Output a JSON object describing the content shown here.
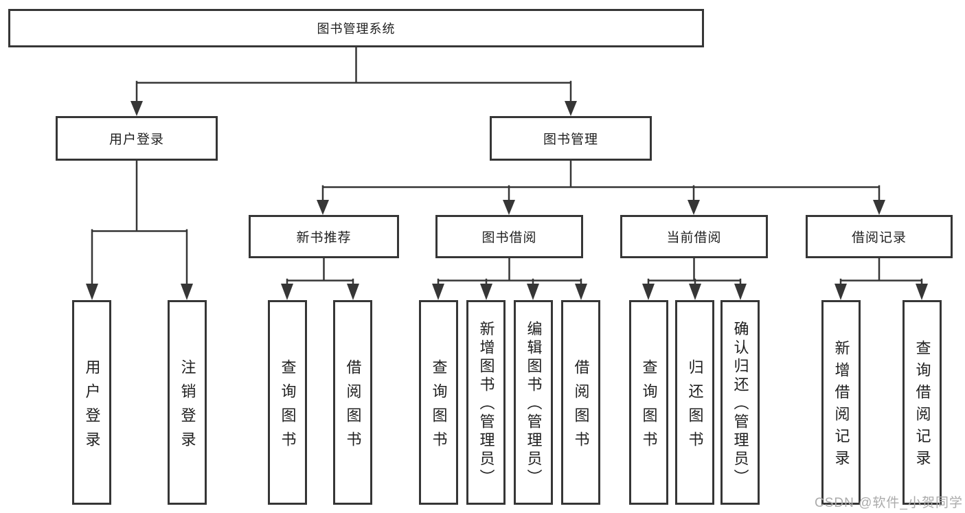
{
  "diagram": {
    "title": "图书管理系统",
    "watermark": "CSDN @软件_小贺同学",
    "colors": {
      "line": "#363636",
      "box_border": "#363636",
      "text": "#1f1f1f",
      "watermark": "#ababab",
      "background": "#ffffff"
    },
    "nodes": {
      "root": {
        "label": "图书管理系统"
      },
      "user_login": {
        "label": "用户登录"
      },
      "book_mgmt": {
        "label": "图书管理"
      },
      "new_book_rec": {
        "label": "新书推荐"
      },
      "book_borrow": {
        "label": "图书借阅"
      },
      "current_borrow": {
        "label": "当前借阅"
      },
      "borrow_records": {
        "label": "借阅记录"
      },
      "leaf_user_login": {
        "label": "用户登录"
      },
      "leaf_logout": {
        "label": "注销登录"
      },
      "leaf_query_book_rec": {
        "label": "查询图书"
      },
      "leaf_borrow_book_rec": {
        "label": "借阅图书"
      },
      "leaf_query_book_borrow": {
        "label": "查询图书"
      },
      "leaf_add_book": {
        "label": "新增图书（管理员）"
      },
      "leaf_edit_book": {
        "label": "编辑图书（管理员）"
      },
      "leaf_borrow_book": {
        "label": "借阅图书"
      },
      "leaf_query_book_current": {
        "label": "查询图书"
      },
      "leaf_return_book": {
        "label": "归还图书"
      },
      "leaf_confirm_return": {
        "label": "确认归还（管理员）"
      },
      "leaf_add_record": {
        "label": "新增借阅记录"
      },
      "leaf_query_record": {
        "label": "查询借阅记录"
      }
    },
    "structure": {
      "root": [
        "user_login",
        "book_mgmt"
      ],
      "user_login": [
        "leaf_user_login",
        "leaf_logout"
      ],
      "book_mgmt": [
        "new_book_rec",
        "book_borrow",
        "current_borrow",
        "borrow_records"
      ],
      "new_book_rec": [
        "leaf_query_book_rec",
        "leaf_borrow_book_rec"
      ],
      "book_borrow": [
        "leaf_query_book_borrow",
        "leaf_add_book",
        "leaf_edit_book",
        "leaf_borrow_book"
      ],
      "current_borrow": [
        "leaf_query_book_current",
        "leaf_return_book",
        "leaf_confirm_return"
      ],
      "borrow_records": [
        "leaf_add_record",
        "leaf_query_record"
      ]
    }
  }
}
